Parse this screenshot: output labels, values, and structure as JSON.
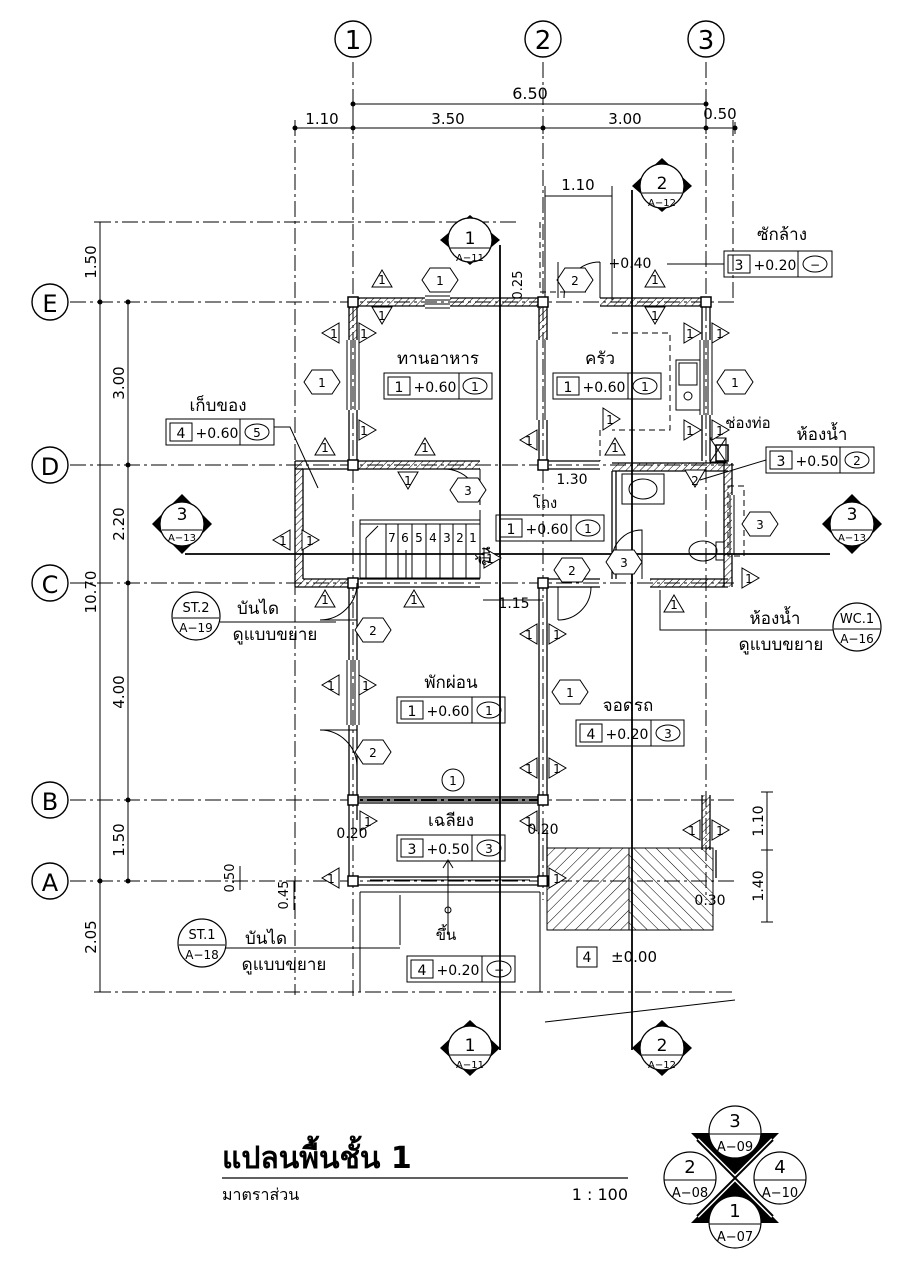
{
  "grid": {
    "cols": [
      "1",
      "2",
      "3"
    ],
    "rows": [
      "E",
      "D",
      "C",
      "B",
      "A"
    ]
  },
  "dims": {
    "top_total": "6.50",
    "top_1": "1.10",
    "top_2": "3.50",
    "top_3": "3.00",
    "top_4": "0.50",
    "kitchen_ext": "1.10",
    "left_total": "10.70",
    "left_1": "1.50",
    "left_2": "3.00",
    "left_3": "2.20",
    "left_4": "4.00",
    "left_5": "1.50",
    "left_6": "2.05",
    "d_025": "0.25",
    "d_130": "1.30",
    "d_115": "1.15",
    "d_020a": "0.20",
    "d_020b": "0.20",
    "d_050": "0.50",
    "d_045": "0.45",
    "d_030": "0.30",
    "r_110": "1.10",
    "r_140": "1.40"
  },
  "rooms": {
    "dining": {
      "name": "ทานอาหาร",
      "no": "1",
      "level": "+0.60",
      "finish": "1"
    },
    "kitchen": {
      "name": "ครัว",
      "no": "1",
      "level": "+0.60",
      "finish": "1"
    },
    "storage": {
      "name": "เก็บของ",
      "no": "4",
      "level": "+0.60",
      "finish": "5"
    },
    "bath": {
      "name": "ห้องน้ำ",
      "no": "3",
      "level": "+0.50",
      "finish": "2"
    },
    "laundry": {
      "name": "ซักล้าง",
      "no": "3",
      "level": "+0.20",
      "finish": "−"
    },
    "hall": {
      "name": "โถง",
      "no": "1",
      "level": "+0.60",
      "finish": "1"
    },
    "bedroom": {
      "name": "พักผ่อน",
      "no": "1",
      "level": "+0.60",
      "finish": "1"
    },
    "carport": {
      "name": "จอดรถ",
      "no": "4",
      "level": "+0.20",
      "finish": "3"
    },
    "porch": {
      "name": "เฉลียง",
      "no": "3",
      "level": "+0.50",
      "finish": "3"
    },
    "front": {
      "no": "4",
      "level": "+0.20",
      "finish": "−"
    },
    "ground": {
      "no": "4",
      "level": "±0.00"
    }
  },
  "labels": {
    "duct": "ช่องท่อ",
    "up_stair": "ขึ้น",
    "up_front": "ขึ้น",
    "level_040": "+0.40",
    "stair_nums": [
      "7",
      "6",
      "5",
      "4",
      "3",
      "2",
      "1"
    ],
    "st2_title": "ST.2",
    "st2_ref": "A−19",
    "st2_line1": "บันได",
    "st2_line2": "ดูแบบขยาย",
    "st1_title": "ST.1",
    "st1_ref": "A−18",
    "st1_line1": "บันได",
    "st1_line2": "ดูแบบขยาย",
    "wc_title": "WC.1",
    "wc_ref": "A−16",
    "wc_line1": "ห้องน้ำ",
    "wc_line2": "ดูแบบขยาย"
  },
  "sections": {
    "s1_top": {
      "num": "1",
      "ref": "A−11"
    },
    "s2_top": {
      "num": "2",
      "ref": "A−12"
    },
    "s3_left": {
      "num": "3",
      "ref": "A−13"
    },
    "s3_right": {
      "num": "3",
      "ref": "A−13"
    },
    "s1_bottom": {
      "num": "1",
      "ref": "A−11"
    },
    "s2_bottom": {
      "num": "2",
      "ref": "A−12"
    }
  },
  "title_block": {
    "title": "แปลนพื้นชั้น 1",
    "scale_label": "มาตราส่วน",
    "scale_value": "1 : 100"
  },
  "elevation_key": {
    "top": {
      "num": "3",
      "ref": "A−09"
    },
    "left": {
      "num": "2",
      "ref": "A−08"
    },
    "right": {
      "num": "4",
      "ref": "A−10"
    },
    "bottom": {
      "num": "1",
      "ref": "A−07"
    }
  }
}
